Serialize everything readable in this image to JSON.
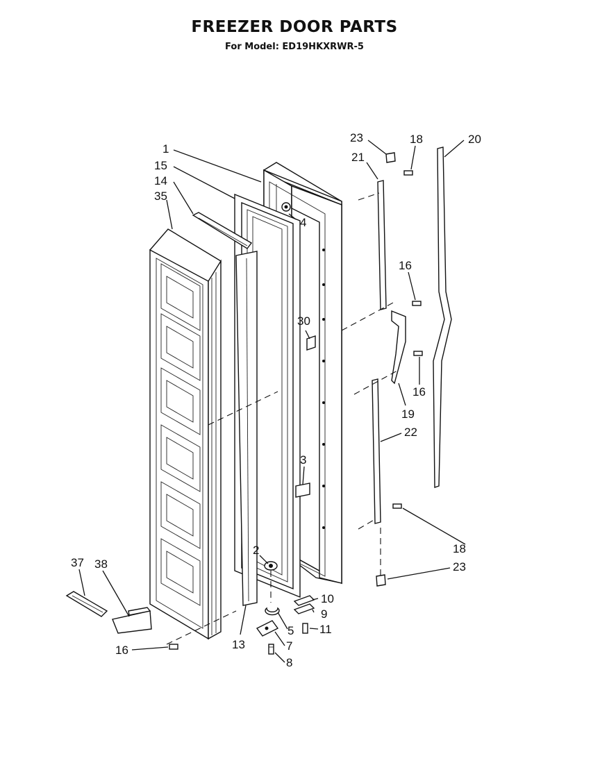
{
  "header": {
    "title": "FREEZER DOOR PARTS",
    "subtitle": "For Model: ED19HKXRWR-5"
  },
  "callouts": [
    {
      "id": "c1",
      "text": "1"
    },
    {
      "id": "c15",
      "text": "15"
    },
    {
      "id": "c14",
      "text": "14"
    },
    {
      "id": "c35",
      "text": "35"
    },
    {
      "id": "c4",
      "text": "4"
    },
    {
      "id": "c23a",
      "text": "23"
    },
    {
      "id": "c18a",
      "text": "18"
    },
    {
      "id": "c20",
      "text": "20"
    },
    {
      "id": "c21",
      "text": "21"
    },
    {
      "id": "c16a",
      "text": "16"
    },
    {
      "id": "c30",
      "text": "30"
    },
    {
      "id": "c16b",
      "text": "16"
    },
    {
      "id": "c19",
      "text": "19"
    },
    {
      "id": "c22",
      "text": "22"
    },
    {
      "id": "c3",
      "text": "3"
    },
    {
      "id": "c18b",
      "text": "18"
    },
    {
      "id": "c23b",
      "text": "23"
    },
    {
      "id": "c37",
      "text": "37"
    },
    {
      "id": "c38",
      "text": "38"
    },
    {
      "id": "c2",
      "text": "2"
    },
    {
      "id": "c10",
      "text": "10"
    },
    {
      "id": "c9",
      "text": "9"
    },
    {
      "id": "c5",
      "text": "5"
    },
    {
      "id": "c11",
      "text": "11"
    },
    {
      "id": "c16c",
      "text": "16"
    },
    {
      "id": "c13",
      "text": "13"
    },
    {
      "id": "c7",
      "text": "7"
    },
    {
      "id": "c8",
      "text": "8"
    }
  ]
}
